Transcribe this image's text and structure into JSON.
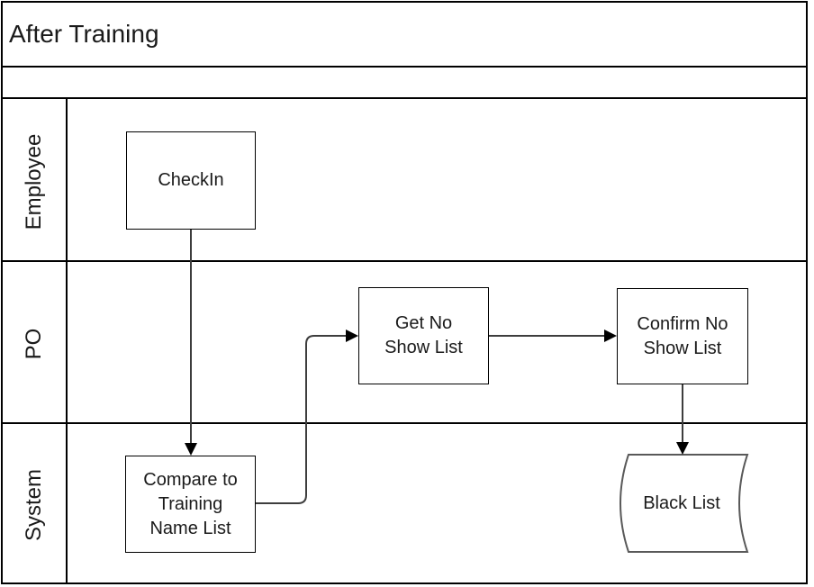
{
  "title": "After Training",
  "lanes": [
    {
      "id": "employee",
      "label": "Employee"
    },
    {
      "id": "po",
      "label": "PO"
    },
    {
      "id": "system",
      "label": "System"
    }
  ],
  "nodes": {
    "checkin": {
      "label": "CheckIn",
      "type": "process",
      "lane": "Employee"
    },
    "get_no_show_list": {
      "label": "Get No\nShow List",
      "type": "process",
      "lane": "PO"
    },
    "confirm_no_show_list": {
      "label": "Confirm No\nShow List",
      "type": "process",
      "lane": "PO"
    },
    "compare_to_training_name_list": {
      "label": "Compare to\nTraining\nName List",
      "type": "process",
      "lane": "System"
    },
    "black_list": {
      "label": "Black List",
      "type": "stored-data",
      "lane": "System"
    }
  },
  "connectors": [
    {
      "from": "checkin",
      "to": "compare_to_training_name_list"
    },
    {
      "from": "compare_to_training_name_list",
      "to": "get_no_show_list"
    },
    {
      "from": "get_no_show_list",
      "to": "confirm_no_show_list"
    },
    {
      "from": "confirm_no_show_list",
      "to": "black_list"
    }
  ],
  "colors": {
    "border": "#000000",
    "connector": "#3d3d3d",
    "arrowhead": "#000000",
    "shape_outline": "#595959",
    "text": "#1a1a1a",
    "background": "#ffffff"
  }
}
